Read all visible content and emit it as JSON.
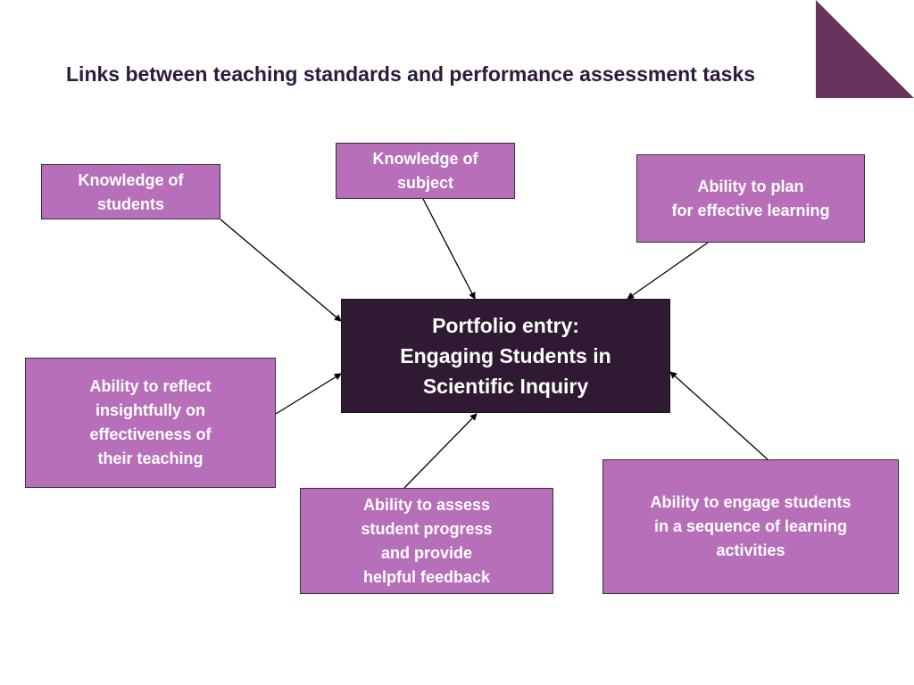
{
  "title": "Links between teaching standards and performance assessment tasks",
  "colors": {
    "accent": "#66345f",
    "box_fill": "#b86fba",
    "center_fill": "#301a33",
    "title_text": "#2e1a3d"
  },
  "center": {
    "label": "Portfolio entry:\nEngaging Students in\nScientific Inquiry"
  },
  "standards": [
    {
      "label": "Knowledge of\nstudents"
    },
    {
      "label": "Knowledge of\nsubject"
    },
    {
      "label": "Ability to plan\nfor effective learning"
    },
    {
      "label": "Ability to reflect\ninsightfully on\neffectiveness of\ntheir teaching"
    },
    {
      "label": "Ability to assess\nstudent progress\nand provide\nhelpful feedback"
    },
    {
      "label": "Ability to engage students\nin a sequence of learning\nactivities"
    }
  ]
}
